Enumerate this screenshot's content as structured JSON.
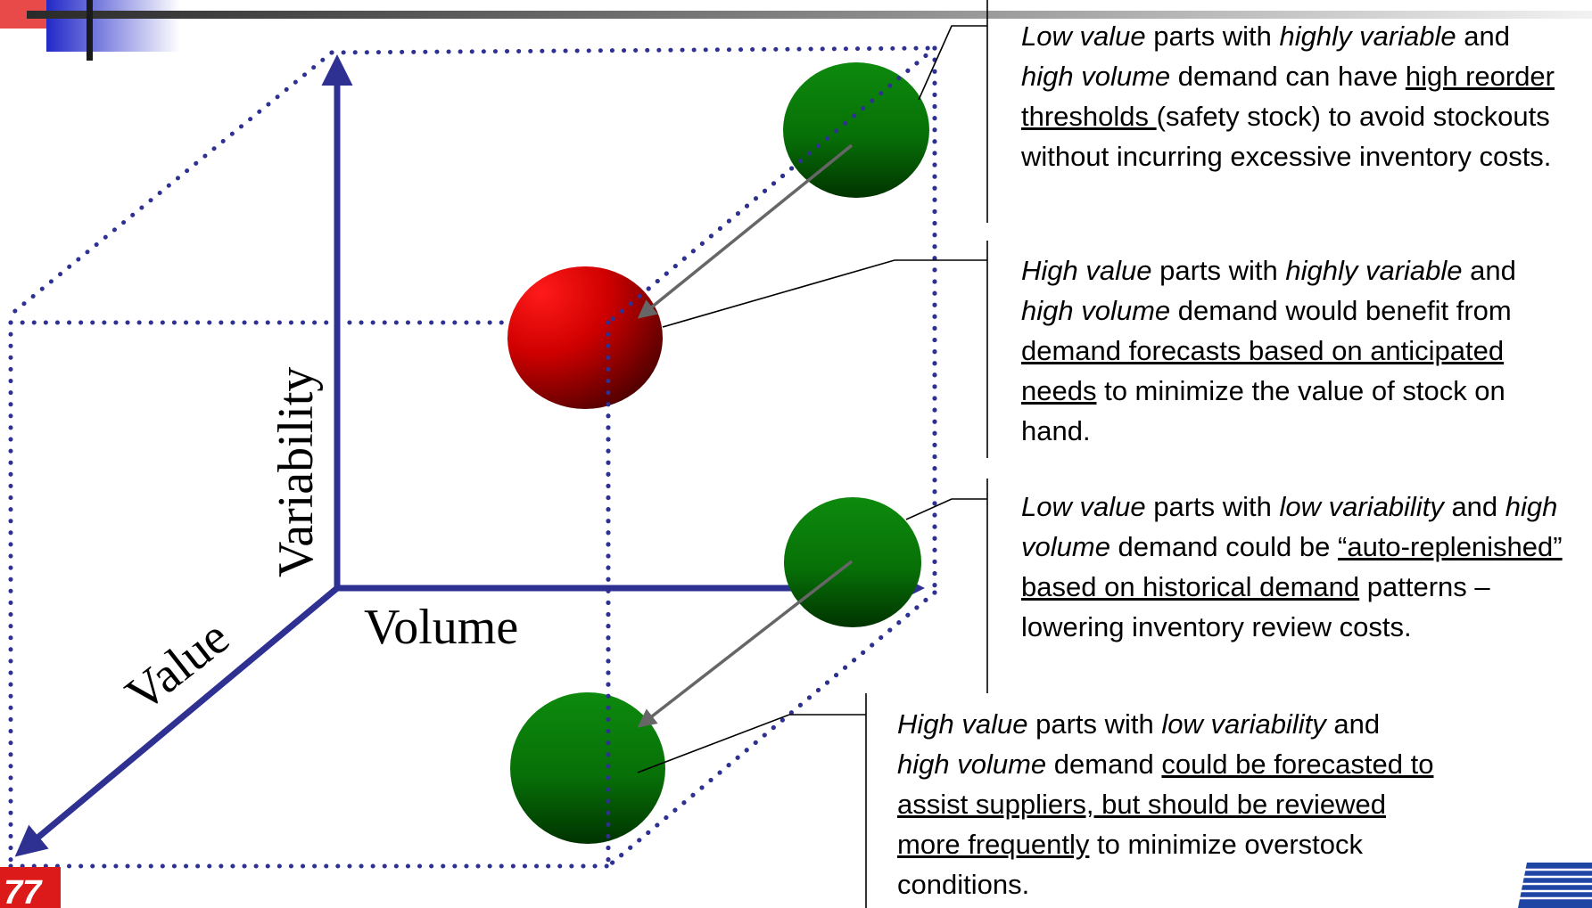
{
  "axes": {
    "variability": "Variability",
    "volume": "Volume",
    "value": "Value"
  },
  "colors": {
    "axis": "#2E3192",
    "high_value_variable_sphere": "#cc0000",
    "other_spheres": "#1b7a1b",
    "leader_line": "#000000",
    "arrow": "#666666"
  },
  "callouts": [
    {
      "seg1_italic": "Low value",
      "seg2": " parts with ",
      "seg3_italic": "highly variable",
      "seg4": " and ",
      "seg5_italic": "high volume",
      "seg6": " demand can have ",
      "seg7_underline": "high reorder thresholds ",
      "seg8": "(safety stock) to avoid stockouts without incurring excessive inventory costs."
    },
    {
      "seg1_italic": "High value",
      "seg2": " parts with ",
      "seg3_italic": "highly variable",
      "seg4": " and ",
      "seg5_italic": "high volume",
      "seg6": " demand would benefit from",
      "seg7_underline": " demand forecasts based on anticipated needs",
      "seg8": " to minimize the value of stock on hand."
    },
    {
      "seg1_italic": "Low value",
      "seg2": " parts with ",
      "seg3_italic": "low variability",
      "seg4": " and ",
      "seg5_italic": "high volume",
      "seg6": " demand could be ",
      "seg7_underline": "“auto-replenished” based on historical demand",
      "seg8": " patterns – lowering inventory review costs."
    },
    {
      "seg1_italic": "High value",
      "seg2": " parts with ",
      "seg3_italic": "low variability",
      "seg4": " and ",
      "seg5_italic": "high volume",
      "seg6": " demand ",
      "seg7_underline": "could be forecasted to assist suppliers, but should be reviewed more frequently",
      "seg8": " to minimize overstock conditions."
    }
  ]
}
